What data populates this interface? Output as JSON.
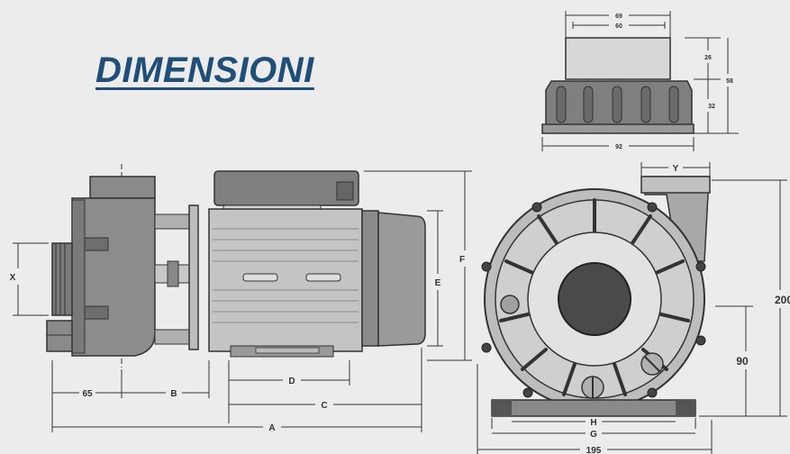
{
  "title": "DIMENSIONI",
  "top_view": {
    "dim_69": "69",
    "dim_60": "60",
    "dim_26": "26",
    "dim_58": "58",
    "dim_32": "32",
    "dim_92": "92"
  },
  "side_view": {
    "dim_x": "X",
    "dim_65": "65",
    "dim_b": "B",
    "dim_d": "D",
    "dim_c": "C",
    "dim_a": "A",
    "dim_e": "E",
    "dim_f": "F"
  },
  "front_view": {
    "dim_y": "Y",
    "dim_90": "90",
    "dim_200": "200",
    "dim_h": "H",
    "dim_g": "G",
    "dim_195": "195"
  }
}
